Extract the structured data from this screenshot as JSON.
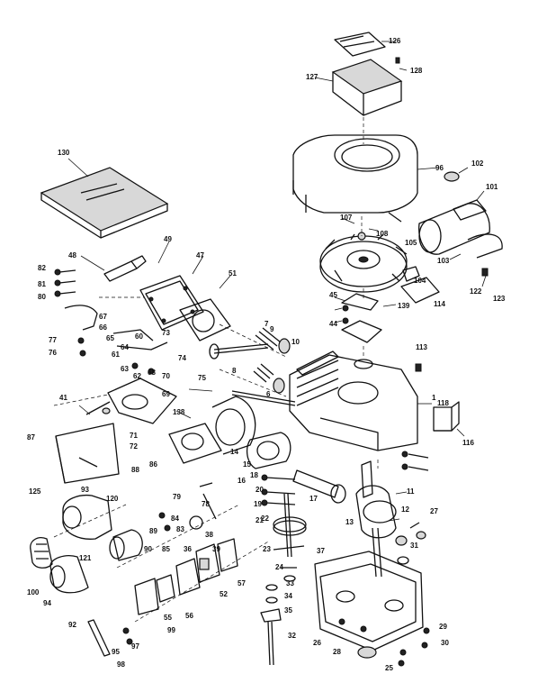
{
  "callouts": {
    "c126": "126",
    "c128": "128",
    "c127": "127",
    "c130": "130",
    "c96": "96",
    "c102": "102",
    "c101": "101",
    "c107": "107",
    "c108": "108",
    "c103": "103",
    "c114": "114",
    "c122": "122",
    "c123": "123",
    "c113": "113",
    "c48": "48",
    "c47": "47",
    "c49": "49",
    "c51": "51",
    "c82": "82",
    "c81": "81",
    "c80": "80",
    "c77": "77",
    "c76": "76",
    "c73": "73",
    "c74": "74",
    "c8": "8",
    "c7": "7",
    "c9": "9",
    "c10": "10",
    "c6": "6",
    "c139": "139",
    "c45": "45",
    "c44": "44",
    "c1": "1",
    "c118": "118",
    "c116": "116",
    "c41": "41",
    "c138": "138",
    "c87": "87",
    "c72": "72",
    "c64": "64",
    "c125": "125",
    "c120": "120",
    "c121": "121",
    "c100": "100",
    "c94": "94",
    "c92": "92",
    "c11": "11",
    "c12": "12",
    "c13": "13",
    "c17": "17",
    "c22": "22",
    "c23": "23",
    "c24": "24",
    "c33": "33",
    "c34": "34",
    "c29": "29",
    "c30": "30",
    "c31": "31",
    "c26": "26",
    "c21": "21",
    "c19": "19",
    "c18": "18",
    "c15": "15",
    "c16": "16",
    "c20": "20",
    "c88": "88",
    "c86": "86",
    "c89": "89",
    "c90": "90",
    "c85": "85",
    "c84": "84",
    "c83": "83",
    "c93": "93",
    "c97": "97",
    "c98": "98",
    "c95": "95",
    "c79": "79",
    "c37": "37",
    "c36": "36",
    "c27": "27",
    "c28": "28",
    "c25": "25",
    "c32": "32",
    "c35": "35",
    "c38": "38",
    "c39": "39",
    "c52": "52",
    "c55": "55",
    "c56": "56",
    "c57": "57",
    "c60": "60",
    "c61": "61",
    "c62": "62",
    "c63": "63",
    "c65": "65",
    "c66": "66",
    "c67": "67",
    "c68": "68",
    "c69": "69",
    "c70": "70",
    "c71": "71",
    "c75": "75",
    "c78": "78",
    "c99": "99",
    "c104": "104",
    "c105": "105",
    "c14": "14"
  }
}
